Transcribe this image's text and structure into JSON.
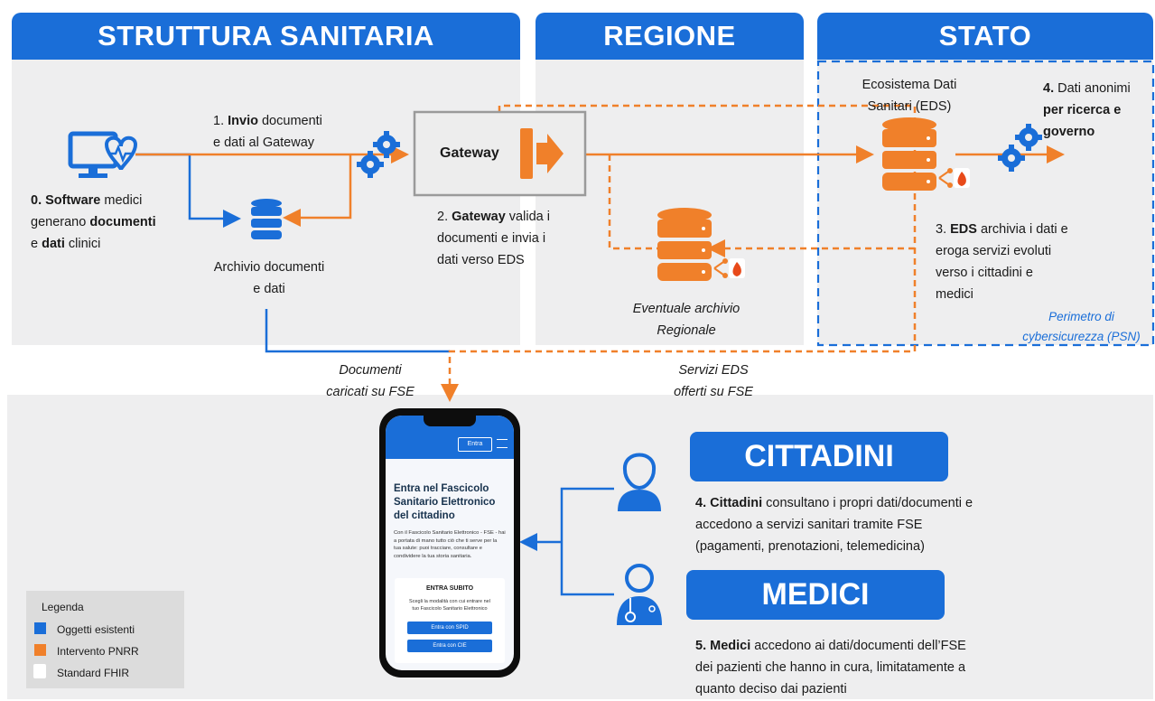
{
  "headers": {
    "struttura": "STRUTTURA SANITARIA",
    "regione": "REGIONE",
    "stato": "STATO"
  },
  "step0": {
    "num": "0.",
    "w1": "Software",
    "t1": " medici",
    "t2": "generano ",
    "w2": "documenti",
    "t3": "e ",
    "w3": "dati",
    "t4": " clinici"
  },
  "step1": {
    "num": "1. ",
    "w1": "Invio",
    "t1": " documenti",
    "t2": "e dati al Gateway"
  },
  "archive": {
    "line1": "Archivio documenti",
    "line2": "e dati"
  },
  "gateway": {
    "label": "Gateway"
  },
  "step2": {
    "num": "2. ",
    "w1": "Gateway",
    "t1": " valida i",
    "t2": "documenti e invia i",
    "t3": "dati verso EDS"
  },
  "regional": {
    "line1": "Eventuale archivio",
    "line2": "Regionale"
  },
  "eds": {
    "line1": "Ecosistema Dati",
    "line2": "Sanitari (EDS)"
  },
  "step3": {
    "num": "3. ",
    "w1": "EDS",
    "t1": " archivia i dati e",
    "t2": "eroga servizi evoluti",
    "t3": "verso i cittadini e",
    "t4": "medici"
  },
  "step4a": {
    "num": "4. ",
    "t1": "Dati anonimi",
    "w1": "per ricerca e",
    "w2": "governo"
  },
  "perimeter": {
    "line1": "Perimetro di",
    "line2": "cybersicurezza (PSN)"
  },
  "flows": {
    "docs_line1": "Documenti",
    "docs_line2": "caricati su FSE",
    "eds_line1": "Servizi EDS",
    "eds_line2": "offerti su FSE"
  },
  "phone": {
    "btn": "Entra",
    "title": "Entra nel Fascicolo Sanitario Elettronico del cittadino",
    "body": "Con il Fascicolo Sanitario Elettronico - FSE - hai a portata di mano tutto ciò che ti serve per la tua salute: puoi tracciare, consultare e condividere la tua storia sanitaria.",
    "card_title": "ENTRA SUBITO",
    "card_text": "Scegli la modalità con cui entrare nel tuo Fascicolo Sanitario Elettronico",
    "spid": "Entra con SPID",
    "cie": "Entra con CIE"
  },
  "cittadini": {
    "title": "CITTADINI",
    "num": "4. ",
    "w1": "Cittadini",
    "t1": " consultano i propri dati/documenti e",
    "t2": "accedono a servizi sanitari tramite FSE",
    "t3": "(pagamenti, prenotazioni, telemedicina)"
  },
  "medici": {
    "title": "MEDICI",
    "num": "5. ",
    "w1": "Medici",
    "t1": " accedono ai dati/documenti dell’FSE",
    "t2": "dei pazienti che hanno in cura, limitatamente a",
    "t3": "quanto deciso dai pazienti"
  },
  "legend": {
    "title": "Legenda",
    "items": [
      {
        "label": "Oggetti esistenti",
        "color": "#1a6ed8"
      },
      {
        "label": "Intervento PNRR",
        "color": "#f0802a"
      },
      {
        "label": "Standard FHIR",
        "color": "#ffffff"
      }
    ]
  },
  "colors": {
    "blue": "#1a6ed8",
    "orange": "#f0802a",
    "panel": "#eeeeef"
  }
}
